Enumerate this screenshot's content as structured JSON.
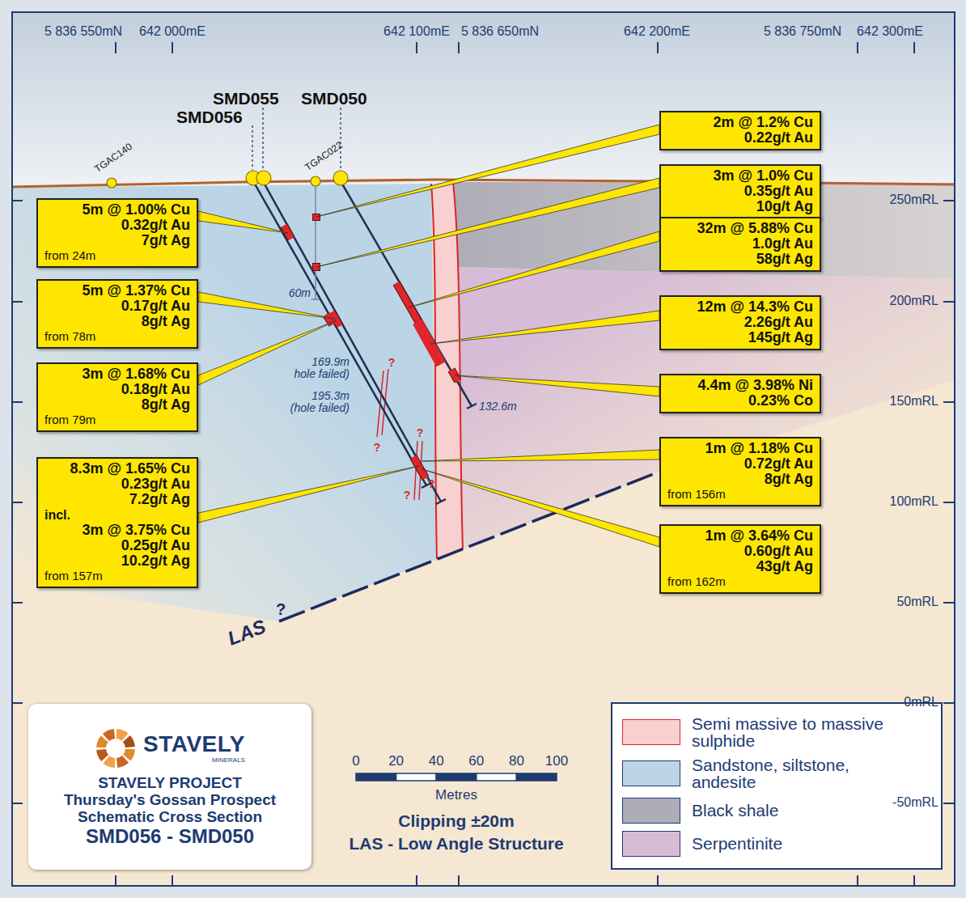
{
  "diagram": {
    "nodes": [
      {
        "text": [
          "5m @ 1.00% Cu",
          "0.32g/t Au",
          "7g/t Ag",
          "from 24m"
        ]
      },
      {
        "text": [
          "5m @ 1.37% Cu",
          "0.17g/t Au",
          "8g/t Ag",
          "from 78m"
        ]
      },
      {
        "text": [
          "3m @ 1.68% Cu",
          "0.18g/t Au",
          "8g/t Ag",
          "from 79m"
        ]
      },
      {
        "text": [
          "8.3m @ 1.65% Cu",
          "0.23g/t Au",
          "7.2g/t Ag",
          "incl.",
          "3m @ 3.75% Cu",
          "0.25g/t Au",
          "10.2g/t Ag",
          "from 157m"
        ]
      },
      {
        "text": [
          "2m @ 1.2% Cu",
          "0.22g/t Au"
        ]
      },
      {
        "text": [
          "3m @ 1.0% Cu",
          "0.35g/t Au",
          "10g/t Ag"
        ]
      },
      {
        "text": [
          "32m @ 5.88% Cu",
          "1.0g/t Au",
          "58g/t Ag"
        ]
      },
      {
        "text": [
          "12m @ 14.3% Cu",
          "2.26g/t Au",
          "145g/t Ag"
        ]
      },
      {
        "text": [
          "4.4m @ 3.98% Ni",
          "0.23% Co"
        ]
      },
      {
        "text": [
          "1m @ 1.18% Cu",
          "0.72g/t Au",
          "8g/t Ag",
          "from 156m"
        ]
      },
      {
        "text": [
          "1m @ 3.64% Cu",
          "0.60g/t Au",
          "43g/t Ag",
          "from 162m"
        ]
      },
      {
        "text": [
          "STAVELY",
          "MINERALS",
          "STAVELY PROJECT",
          "Thursday's Gossan Prospect",
          "Schematic Cross Section",
          "SMD056 - SMD050"
        ]
      }
    ],
    "labels": [
      "5 836 550mN",
      "642 000mE",
      "642 100mE",
      "5 836 650mN",
      "642 200mE",
      "5 836 750mN",
      "642 300mE",
      "250mRL",
      "200mRL",
      "150mRL",
      "100mRL",
      "50mRL",
      "0mRL",
      "-50mRL",
      "SMD055",
      "SMD050",
      "SMD056",
      "TGAC140",
      "TGAC022",
      "60m",
      "169.9m hole failed)",
      "195.3m (hole failed)",
      "132.6m",
      "?",
      "?",
      "?",
      "?",
      "?",
      "LAS",
      "?",
      "0",
      "20",
      "40",
      "60",
      "80",
      "100",
      "Metres",
      "Clipping ±20m",
      "LAS - Low Angle Structure"
    ],
    "legend": [
      {
        "text": "Semi massive to massive sulphide",
        "color": "#f7d0cf"
      },
      {
        "text": "Sandstone, siltstone, andesite",
        "color": "#bcd5e6"
      },
      {
        "text": "Black shale",
        "color": "#aeacb6"
      },
      {
        "text": "Serpentinite",
        "color": "#d6bcd6"
      }
    ]
  }
}
